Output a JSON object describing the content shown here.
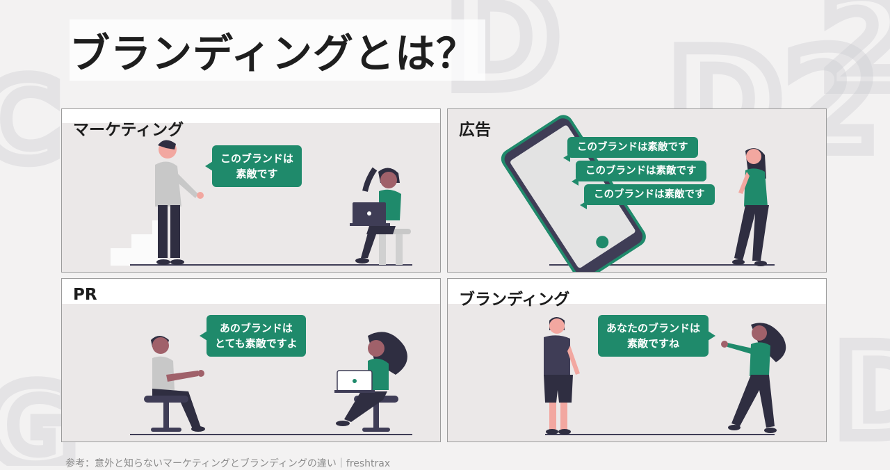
{
  "title": "ブランディングとは？",
  "panels": {
    "marketing": {
      "label": "マーケティング",
      "bubble": [
        "このブランドは",
        "素敵です"
      ]
    },
    "ad": {
      "label": "広告",
      "bubbles": [
        "このブランドは素敵です",
        "このブランドは素敵です",
        "このブランドは素敵です"
      ]
    },
    "pr": {
      "label": "PR",
      "bubble": [
        "あのブランドは",
        "とても素敵ですよ"
      ]
    },
    "branding": {
      "label": "ブランディング",
      "bubble": [
        "あなたのブランドは",
        "素敵ですね"
      ]
    }
  },
  "source": "参考：意外と知らないマーケティングとブランディングの違い｜freshtrax",
  "colors": {
    "accent": "#1f8a6b",
    "dark": "#2f2e41",
    "skin": "#f2a7a0",
    "skin_dark": "#a0616a"
  }
}
